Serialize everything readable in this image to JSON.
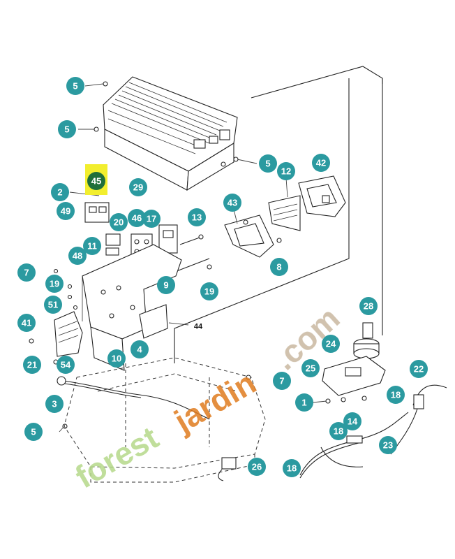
{
  "watermark": {
    "text": "forestjardin.com",
    "colors": {
      "forest": "#b5d98a",
      "jardin": "#e07b1e",
      "domain": "#c9b8a0"
    }
  },
  "colors": {
    "callout": "#2b9aa0",
    "callout_highlight": "#1f6f3a",
    "highlight_bg": "#f2ee2e",
    "line": "#222222"
  },
  "callouts": [
    {
      "id": "c-5-a",
      "label": "5"
    },
    {
      "id": "c-5-b",
      "label": "5"
    },
    {
      "id": "c-5-c",
      "label": "5"
    },
    {
      "id": "c-5-d",
      "label": "5"
    },
    {
      "id": "c-45",
      "label": "45",
      "highlighted": true
    },
    {
      "id": "c-2",
      "label": "2"
    },
    {
      "id": "c-49",
      "label": "49"
    },
    {
      "id": "c-29",
      "label": "29"
    },
    {
      "id": "c-12",
      "label": "12"
    },
    {
      "id": "c-42",
      "label": "42"
    },
    {
      "id": "c-43",
      "label": "43"
    },
    {
      "id": "c-13",
      "label": "13"
    },
    {
      "id": "c-20",
      "label": "20"
    },
    {
      "id": "c-46",
      "label": "46"
    },
    {
      "id": "c-17",
      "label": "17"
    },
    {
      "id": "c-11",
      "label": "11"
    },
    {
      "id": "c-48",
      "label": "48"
    },
    {
      "id": "c-7-a",
      "label": "7"
    },
    {
      "id": "c-7-b",
      "label": "7"
    },
    {
      "id": "c-8",
      "label": "8"
    },
    {
      "id": "c-9",
      "label": "9"
    },
    {
      "id": "c-19-a",
      "label": "19"
    },
    {
      "id": "c-19-b",
      "label": "19"
    },
    {
      "id": "c-51",
      "label": "51"
    },
    {
      "id": "c-41",
      "label": "41"
    },
    {
      "id": "c-44",
      "label": "44",
      "plain": true
    },
    {
      "id": "c-4",
      "label": "4"
    },
    {
      "id": "c-10",
      "label": "10"
    },
    {
      "id": "c-21",
      "label": "21"
    },
    {
      "id": "c-54",
      "label": "54"
    },
    {
      "id": "c-3",
      "label": "3"
    },
    {
      "id": "c-28",
      "label": "28"
    },
    {
      "id": "c-24",
      "label": "24"
    },
    {
      "id": "c-25",
      "label": "25"
    },
    {
      "id": "c-22",
      "label": "22"
    },
    {
      "id": "c-1",
      "label": "1"
    },
    {
      "id": "c-18-a",
      "label": "18"
    },
    {
      "id": "c-18-b",
      "label": "18"
    },
    {
      "id": "c-18-c",
      "label": "18"
    },
    {
      "id": "c-14",
      "label": "14"
    },
    {
      "id": "c-23",
      "label": "23"
    },
    {
      "id": "c-26",
      "label": "26"
    }
  ]
}
